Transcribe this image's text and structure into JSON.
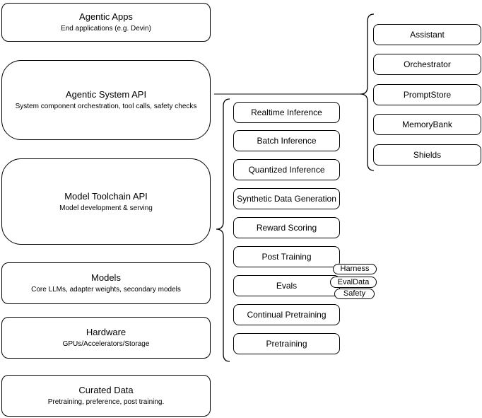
{
  "left_stack": {
    "items": [
      {
        "title": "Agentic Apps",
        "subtitle": "End applications (e.g. Devin)"
      },
      {
        "title": "Agentic System API",
        "subtitle": "System component orchestration, tool calls, safety checks"
      },
      {
        "title": "Model Toolchain API",
        "subtitle": "Model development & serving"
      },
      {
        "title": "Models",
        "subtitle": "Core LLMs, adapter weights, secondary models"
      },
      {
        "title": "Hardware",
        "subtitle": "GPUs/Accelerators/Storage"
      },
      {
        "title": "Curated Data",
        "subtitle": "Pretraining, preference, post training."
      }
    ]
  },
  "toolchain_components": {
    "items": [
      {
        "label": "Realtime Inference"
      },
      {
        "label": "Batch Inference"
      },
      {
        "label": "Quantized Inference"
      },
      {
        "label": "Synthetic Data Generation"
      },
      {
        "label": "Reward Scoring"
      },
      {
        "label": "Post Training"
      },
      {
        "label": "Evals",
        "tags": [
          "Harness",
          "EvalData",
          "Safety"
        ]
      },
      {
        "label": "Continual Pretraining"
      },
      {
        "label": "Pretraining"
      }
    ]
  },
  "system_components": {
    "items": [
      {
        "label": "Assistant"
      },
      {
        "label": "Orchestrator"
      },
      {
        "label": "PromptStore"
      },
      {
        "label": "MemoryBank"
      },
      {
        "label": "Shields"
      }
    ]
  },
  "colors": {
    "border": "#000000",
    "background": "#ffffff",
    "connector": "#595959",
    "text": "#000000"
  }
}
